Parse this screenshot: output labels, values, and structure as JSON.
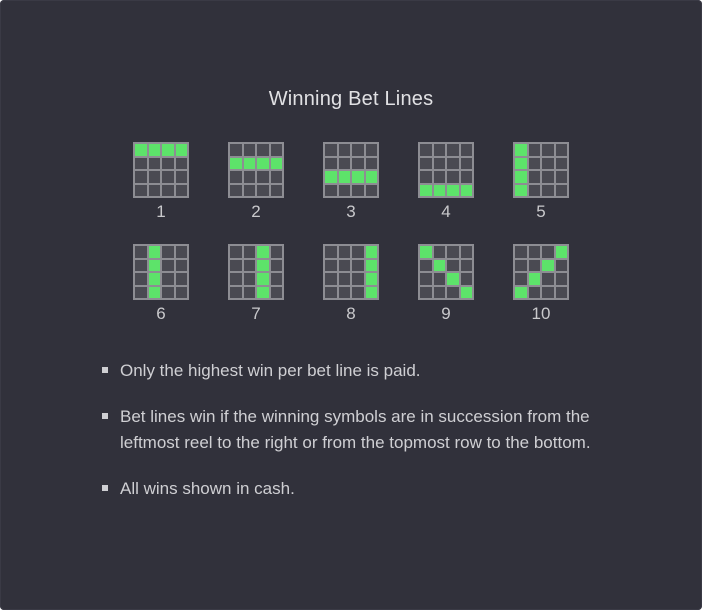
{
  "title": "Winning Bet Lines",
  "colors": {
    "background": "#31313b",
    "grid_frame": "#8d8d93",
    "cell_off": "#4a4a52",
    "cell_on": "#5de36a",
    "text": "#cfcfd3"
  },
  "bet_lines": [
    {
      "label": "1",
      "pattern": [
        [
          0,
          0
        ],
        [
          0,
          1
        ],
        [
          0,
          2
        ],
        [
          0,
          3
        ]
      ]
    },
    {
      "label": "2",
      "pattern": [
        [
          1,
          0
        ],
        [
          1,
          1
        ],
        [
          1,
          2
        ],
        [
          1,
          3
        ]
      ]
    },
    {
      "label": "3",
      "pattern": [
        [
          2,
          0
        ],
        [
          2,
          1
        ],
        [
          2,
          2
        ],
        [
          2,
          3
        ]
      ]
    },
    {
      "label": "4",
      "pattern": [
        [
          3,
          0
        ],
        [
          3,
          1
        ],
        [
          3,
          2
        ],
        [
          3,
          3
        ]
      ]
    },
    {
      "label": "5",
      "pattern": [
        [
          0,
          0
        ],
        [
          1,
          0
        ],
        [
          2,
          0
        ],
        [
          3,
          0
        ]
      ]
    },
    {
      "label": "6",
      "pattern": [
        [
          0,
          1
        ],
        [
          1,
          1
        ],
        [
          2,
          1
        ],
        [
          3,
          1
        ]
      ]
    },
    {
      "label": "7",
      "pattern": [
        [
          0,
          2
        ],
        [
          1,
          2
        ],
        [
          2,
          2
        ],
        [
          3,
          2
        ]
      ]
    },
    {
      "label": "8",
      "pattern": [
        [
          0,
          3
        ],
        [
          1,
          3
        ],
        [
          2,
          3
        ],
        [
          3,
          3
        ]
      ]
    },
    {
      "label": "9",
      "pattern": [
        [
          0,
          0
        ],
        [
          1,
          1
        ],
        [
          2,
          2
        ],
        [
          3,
          3
        ]
      ]
    },
    {
      "label": "10",
      "pattern": [
        [
          3,
          0
        ],
        [
          2,
          1
        ],
        [
          1,
          2
        ],
        [
          0,
          3
        ]
      ]
    }
  ],
  "rules": [
    "Only the highest win per bet line is paid.",
    "Bet lines win if the winning symbols are in succession from the leftmost reel to the right or from the topmost row to the bottom.",
    "All wins shown in cash."
  ]
}
